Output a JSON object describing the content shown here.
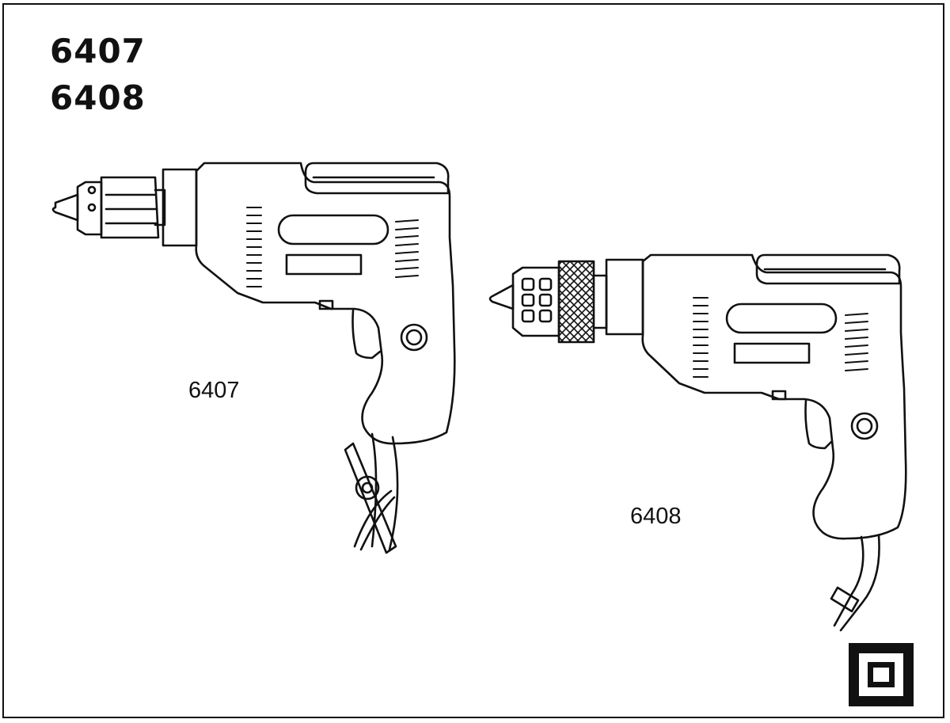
{
  "heading": {
    "model_a": "6407",
    "model_b": "6408"
  },
  "figures": [
    {
      "caption": "6407",
      "icon": "drill-with-key-chuck-icon"
    },
    {
      "caption": "6408",
      "icon": "drill-with-keyless-chuck-icon"
    }
  ],
  "symbol": {
    "icon": "double-insulation-icon"
  },
  "colors": {
    "ink": "#111111",
    "paper": "#ffffff"
  }
}
